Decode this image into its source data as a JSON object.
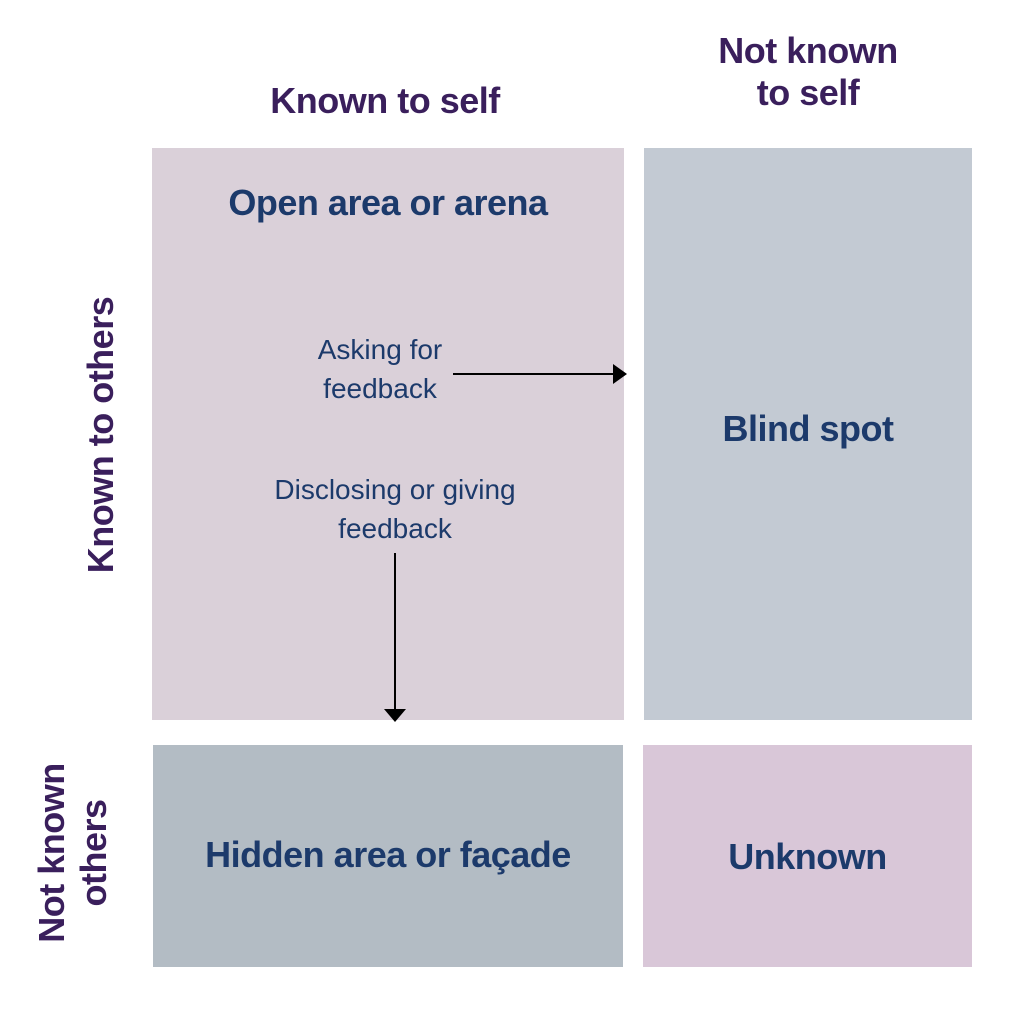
{
  "columns": {
    "known_to_self": "Known to self",
    "not_known_to_self": "Not known\nto self"
  },
  "rows": {
    "known_to_others": "Known to others",
    "not_known_others": "Not known\nothers"
  },
  "quadrants": {
    "open": "Open area or arena",
    "blind": "Blind spot",
    "hidden": "Hidden area or façade",
    "unknown": "Unknown"
  },
  "arrows": {
    "asking": "Asking for\nfeedback",
    "disclosing": "Disclosing or giving\nfeedback"
  },
  "colors": {
    "open": "#dad0d9",
    "blind": "#c3cad3",
    "hidden": "#b3bcc4",
    "unknown": "#d9c7d8",
    "header_text": "#3a1f5c",
    "body_text": "#1c3a6b"
  }
}
